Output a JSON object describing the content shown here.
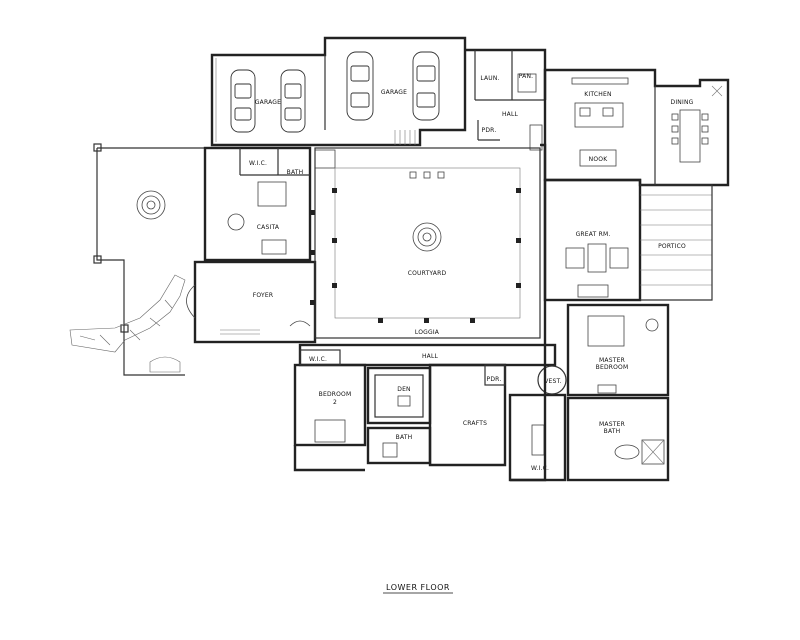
{
  "title": "LOWER FLOOR",
  "rooms": {
    "garage_left": "GARAGE",
    "garage_right": "GARAGE",
    "laundry": "LAUN.",
    "pantry": "PAN.",
    "kitchen": "KITCHEN",
    "dining": "DINING",
    "hall_top": "HALL",
    "powder_top": "PDR.",
    "nook": "NOOK",
    "wic_casita": "W.I.C.",
    "bath_casita": "BATH",
    "casita": "CASITA",
    "courtyard": "COURTYARD",
    "great_rm": "GREAT RM.",
    "portico": "PORTICO",
    "foyer": "FOYER",
    "loggia": "LOGGIA",
    "hall_bottom": "HALL",
    "wic_bed2": "W.I.C.",
    "den": "DEN",
    "bedroom2": "BEDROOM",
    "bedroom2_num": "2",
    "vestibule": "VEST.",
    "powder_bottom": "PDR.",
    "master_bedroom_1": "MASTER",
    "master_bedroom_2": "BEDROOM",
    "crafts": "CRAFTS",
    "bath_bed2": "BATH",
    "master_bath_1": "MASTER",
    "master_bath_2": "BATH",
    "wic_master": "W.I.C."
  }
}
